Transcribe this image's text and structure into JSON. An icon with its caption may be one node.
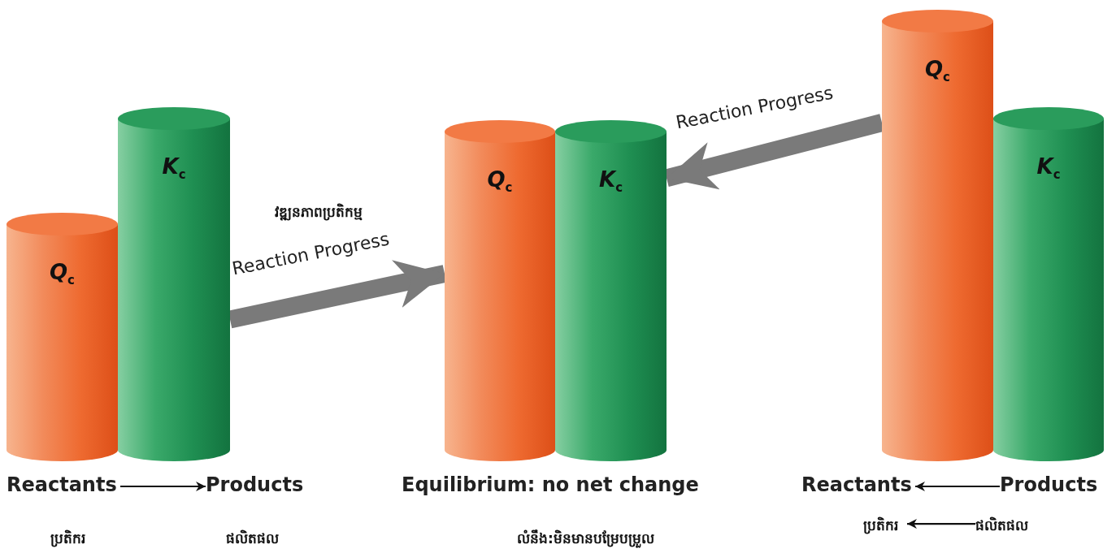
{
  "diagram": {
    "nodes": [
      {
        "text": [
          "Q$_{c}$"
        ]
      },
      {
        "text": [
          "K$_{c}$"
        ]
      },
      {
        "text": [
          "Q$_{c}$"
        ]
      },
      {
        "text": [
          "K$_{c}$"
        ]
      },
      {
        "text": [
          "Q$_{c}$"
        ]
      },
      {
        "text": [
          "K$_{c}$"
        ]
      },
      {
        "text": [
          "Reactants"
        ]
      },
      {
        "text": [
          "Products"
        ]
      },
      {
        "text": [
          "Reactants"
        ]
      },
      {
        "text": [
          "Products"
        ]
      },
      {
        "text": [
          "ប្រតិករ"
        ]
      },
      {
        "text": [
          "ផលិតផល"
        ]
      }
    ],
    "edges": [
      {
        "from": 1,
        "to": 2,
        "arrow": "to",
        "label": "Reaction Progress",
        "style": "thick",
        "color": "#7a7a7a"
      },
      {
        "from": 4,
        "to": 3,
        "arrow": "to",
        "label": "Reaction Progress",
        "style": "thick",
        "color": "#7a7a7a"
      },
      {
        "from": 6,
        "to": 7,
        "arrow": "to"
      },
      {
        "from": 9,
        "to": 8,
        "arrow": "to"
      },
      {
        "from": 11,
        "to": 10,
        "arrow": "to"
      }
    ],
    "labels": [
      "វឌ្ឍនភាពប្រតិកម្ម",
      "Equilibrium: no net change",
      "ប្រតិករ",
      "ផលិតផល",
      "លំនឹង:មិនមានបម្រែបម្រួល"
    ]
  }
}
